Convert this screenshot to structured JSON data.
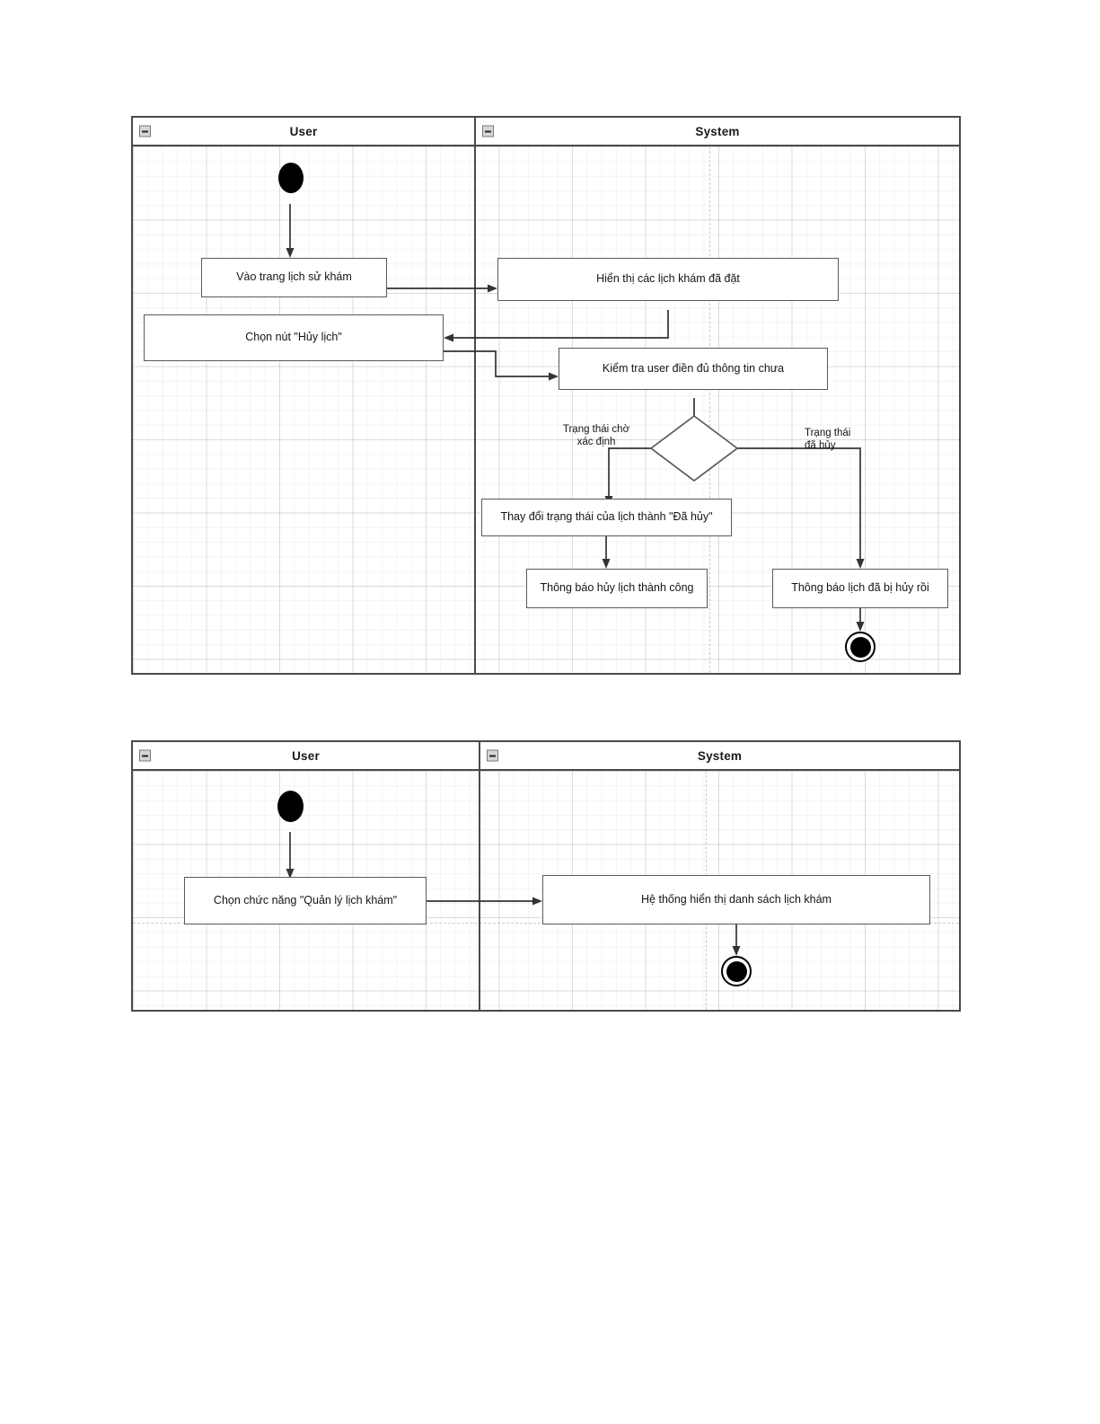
{
  "document": {
    "title": "UML Activity Diagrams - Quản lý lịch khám",
    "background_color": "#ffffff"
  },
  "icons": {
    "collapse": "minus-box-icon"
  },
  "diagram1": {
    "name": "activity-diagram-huy-lich",
    "lanes": [
      {
        "id": "user",
        "label": "User"
      },
      {
        "id": "system",
        "label": "System"
      }
    ],
    "nodes": {
      "initial": "initial-node",
      "a1": "Vào trang lịch sử khám",
      "a2": "Hiển thị các lịch khám đã đặt",
      "a3": "Chọn nút \"Hủy lịch\"",
      "a4": "Kiểm tra user điền đủ thông tin chưa",
      "decision": "decision-diamond",
      "a5": "Thay đổi trạng thái của lịch thành \"Đã hủy\"",
      "a6": "Thông báo hủy lịch thành công",
      "a7": "Thông báo lịch đã bị hủy rồi",
      "final": "final-node"
    },
    "guards": {
      "left": "Trạng thái chờ\nxác định",
      "right": "Trạng thái\nđã hủy"
    }
  },
  "diagram2": {
    "name": "activity-diagram-quan-ly-lich-kham",
    "lanes": [
      {
        "id": "user",
        "label": "User"
      },
      {
        "id": "system",
        "label": "System"
      }
    ],
    "nodes": {
      "initial": "initial-node",
      "b1": "Chọn chức năng \"Quản lý lịch khám\"",
      "b2": "Hệ thống hiển thị danh sách lịch khám",
      "final": "final-node"
    }
  },
  "colors": {
    "frame_border": "#4a4a4a",
    "node_border": "#5a5a5a",
    "edge": "#333333",
    "grid_minor": "#f2f2f2",
    "grid_major": "#e6e6e6",
    "guide_dash": "#c9c9c9",
    "node_fill": "#ffffff",
    "icon_fill": "#d6d6d6"
  }
}
